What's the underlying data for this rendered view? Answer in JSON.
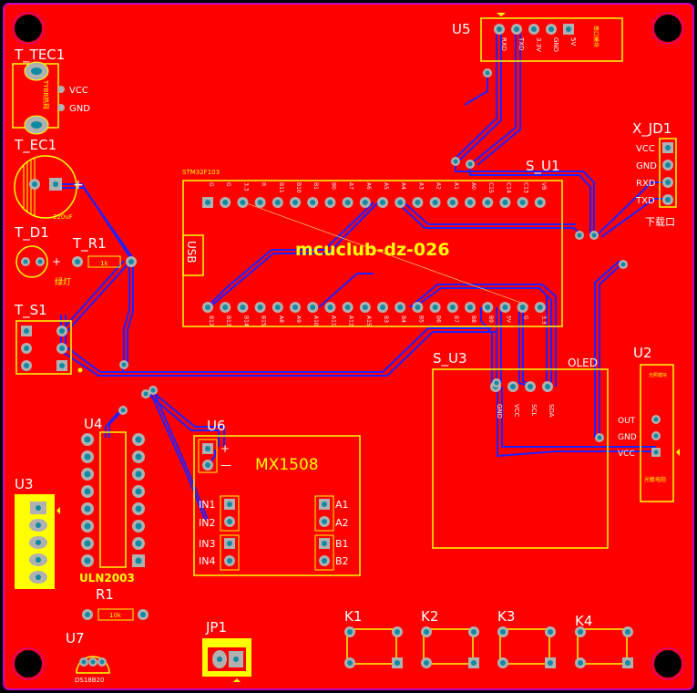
{
  "colors": {
    "board": "#ff0000",
    "outline": "#c000c0",
    "silk": "#ffff00",
    "trace": "#2020ff",
    "pad": "#b0b0b0",
    "via_hole": "#0e8aa3",
    "hole": "#000000"
  },
  "labels": {
    "t_tec1": "T_TEC1",
    "t_tec1_small": "TYBB热释",
    "vcc_small": "VCC",
    "gnd_small": "GND",
    "t_ec1": "T_EC1",
    "cap_value": "220uF",
    "plus": "+",
    "t_d1": "T_D1",
    "led_text": "绿灯",
    "t_r1": "T_R1",
    "r_value": "1k",
    "t_s1": "T_S1",
    "u5": "U5",
    "u5_pins": [
      "RXD",
      "TXD",
      "3.3V",
      "GND",
      "5V"
    ],
    "u5_side": "串口模块",
    "x_jd1": "X_JD1",
    "x_jd1_pins": [
      "VCC",
      "GND",
      "RXD",
      "TXD"
    ],
    "x_jd1_note": "下载口",
    "s_u1": "S_U1",
    "stm_label": "STM32F103",
    "usb": "USB",
    "mcuclub": "mcuclub-dz-026",
    "top_pins": [
      "G",
      "G",
      "3.3",
      "R",
      "B11",
      "B10",
      "B1",
      "B0",
      "A7",
      "A6",
      "A5",
      "A4",
      "A3",
      "A2",
      "A1",
      "A0",
      "C15",
      "C14",
      "C13",
      "VB"
    ],
    "bottom_pins": [
      "B12",
      "B13",
      "B14",
      "B15",
      "A8",
      "A9",
      "A10",
      "A11",
      "A12",
      "A15",
      "B3",
      "B4",
      "B5",
      "B6",
      "B7",
      "B8",
      "B9",
      "5V",
      "G",
      "3.3"
    ],
    "s_u3": "S_U3",
    "oled": "OLED",
    "oled_pins": [
      "GND",
      "VCC",
      "SCL",
      "SDA"
    ],
    "u2": "U2",
    "u2_small": "光照模块",
    "u2_pins": [
      "OUT",
      "GND",
      "VCC"
    ],
    "u2_side": "光敏电阻",
    "u4": "U4",
    "uln": "ULN2003",
    "u3": "U3",
    "u6": "U6",
    "mx1508": "MX1508",
    "in1": "IN1",
    "in2": "IN2",
    "in3": "IN3",
    "in4": "IN4",
    "a1": "A1",
    "a2": "A2",
    "b1": "B1",
    "b2": "B2",
    "u6_plus": "+",
    "u6_minus": "—",
    "r1": "R1",
    "r1_value": "10k",
    "u7": "U7",
    "u7_value": "DS18B20",
    "jp1": "JP1",
    "k1": "K1",
    "k2": "K2",
    "k3": "K3",
    "k4": "K4"
  }
}
